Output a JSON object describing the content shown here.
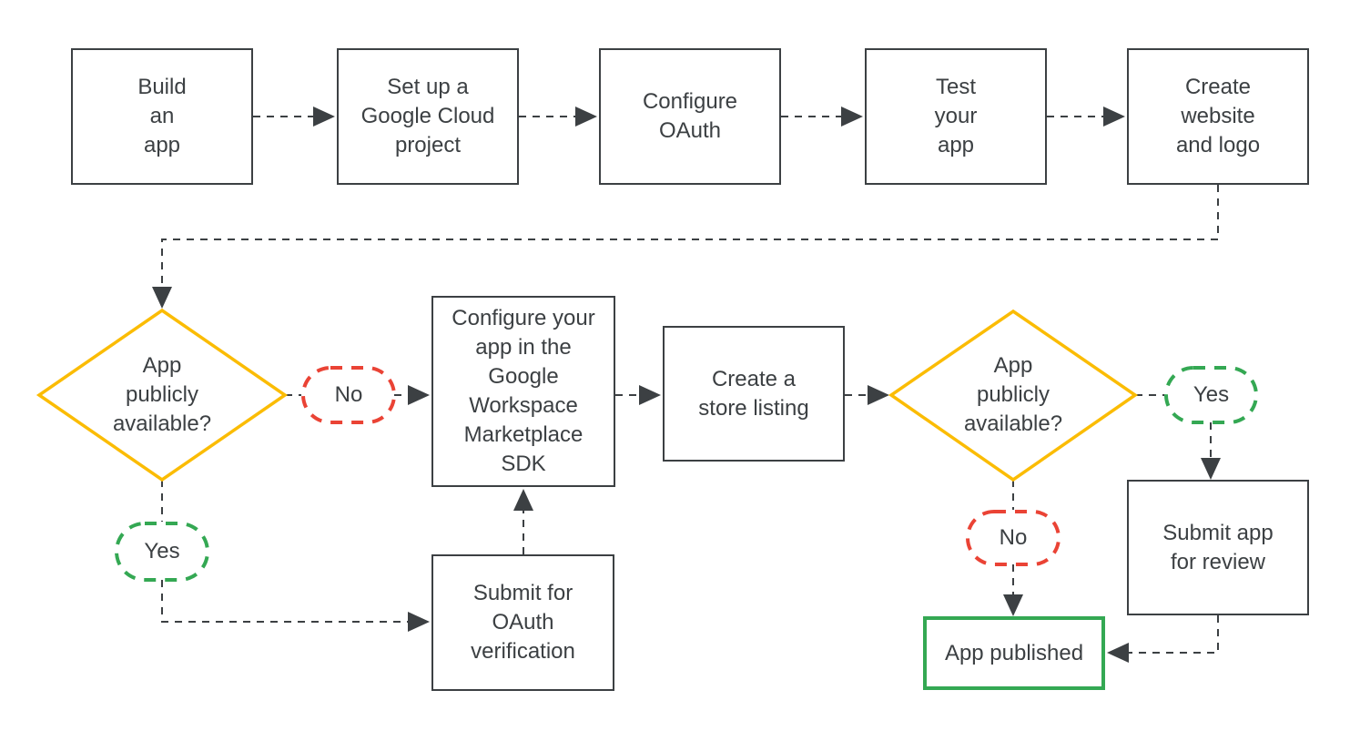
{
  "diagram": {
    "type": "flowchart",
    "colors": {
      "ink": "#3c4043",
      "decision_yellow": "#fbbc04",
      "no_red": "#ea4335",
      "yes_green": "#34a853",
      "published_green": "#34a853",
      "background": "#ffffff"
    },
    "nodes": {
      "build_app": {
        "label": "Build\nan\napp",
        "shape": "rectangle"
      },
      "setup_project": {
        "label": "Set up a\nGoogle Cloud\nproject",
        "shape": "rectangle"
      },
      "configure_oauth": {
        "label": "Configure\nOAuth",
        "shape": "rectangle"
      },
      "test_app": {
        "label": "Test\nyour\napp",
        "shape": "rectangle"
      },
      "create_website": {
        "label": "Create\nwebsite\nand logo",
        "shape": "rectangle"
      },
      "decision_public_1": {
        "label": "App\npublicly\navailable?",
        "shape": "diamond"
      },
      "no_1": {
        "label": "No",
        "shape": "dashed-ellipse",
        "color": "red"
      },
      "configure_sdk": {
        "label": "Configure your\napp in the\nGoogle\nWorkspace\nMarketplace\nSDK",
        "shape": "rectangle"
      },
      "store_listing": {
        "label": "Create a\nstore listing",
        "shape": "rectangle"
      },
      "decision_public_2": {
        "label": "App\npublicly\navailable?",
        "shape": "diamond"
      },
      "yes_2": {
        "label": "Yes",
        "shape": "dashed-ellipse",
        "color": "green"
      },
      "submit_review": {
        "label": "Submit app\nfor review",
        "shape": "rectangle"
      },
      "no_2": {
        "label": "No",
        "shape": "dashed-ellipse",
        "color": "red"
      },
      "app_published": {
        "label": "App published",
        "shape": "rectangle-green"
      },
      "yes_1": {
        "label": "Yes",
        "shape": "dashed-ellipse",
        "color": "green"
      },
      "submit_oauth": {
        "label": "Submit for\nOAuth\nverification",
        "shape": "rectangle"
      }
    },
    "edges": [
      "build_app -> setup_project",
      "setup_project -> configure_oauth",
      "configure_oauth -> test_app",
      "test_app -> create_website",
      "create_website -> decision_public_1",
      "decision_public_1 -> no_1 -> configure_sdk",
      "configure_sdk -> store_listing",
      "store_listing -> decision_public_2",
      "decision_public_2 -> yes_2 -> submit_review",
      "decision_public_2 -> no_2 -> app_published",
      "submit_review -> app_published",
      "decision_public_1 -> yes_1 -> submit_oauth",
      "submit_oauth -> configure_sdk"
    ]
  }
}
